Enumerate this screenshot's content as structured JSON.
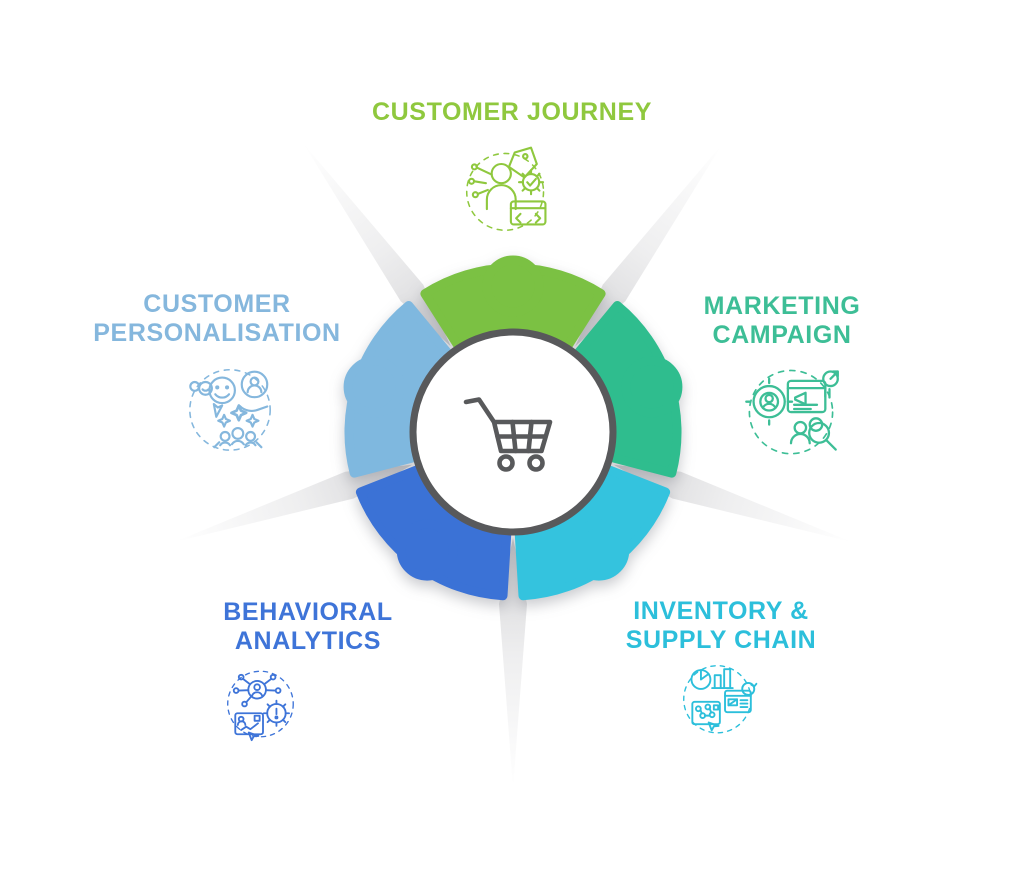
{
  "wheel": {
    "center_icon": "shopping-cart",
    "ring_color": "#58595B",
    "cart_color": "#58595B",
    "ray_color": "#97979D"
  },
  "sections": [
    {
      "id": "customer-journey",
      "position": "top",
      "lines": [
        "CUSTOMER JOURNEY"
      ],
      "text_color": "#8FC83E",
      "petal_color": "#7BC143",
      "icon": "customer-journey-icon"
    },
    {
      "id": "marketing-campaign",
      "position": "right",
      "lines": [
        "MARKETING",
        "CAMPAIGN"
      ],
      "text_color": "#3DBE96",
      "petal_color": "#2FBD8E",
      "icon": "marketing-campaign-icon"
    },
    {
      "id": "inventory-supply-chain",
      "position": "bottom-right",
      "lines": [
        "INVENTORY &",
        "SUPPLY CHAIN"
      ],
      "text_color": "#2CBFDB",
      "petal_color": "#34C3DE",
      "icon": "inventory-supply-chain-icon"
    },
    {
      "id": "behavioral-analytics",
      "position": "bottom-left",
      "lines": [
        "BEHAVIORAL",
        "ANALYTICS"
      ],
      "text_color": "#3E74D8",
      "petal_color": "#3B72D6",
      "icon": "behavioral-analytics-icon"
    },
    {
      "id": "customer-personalisation",
      "position": "left",
      "lines": [
        "CUSTOMER",
        "PERSONALISATION"
      ],
      "text_color": "#85B7DD",
      "petal_color": "#7FB8DF",
      "icon": "customer-personalisation-icon"
    }
  ]
}
